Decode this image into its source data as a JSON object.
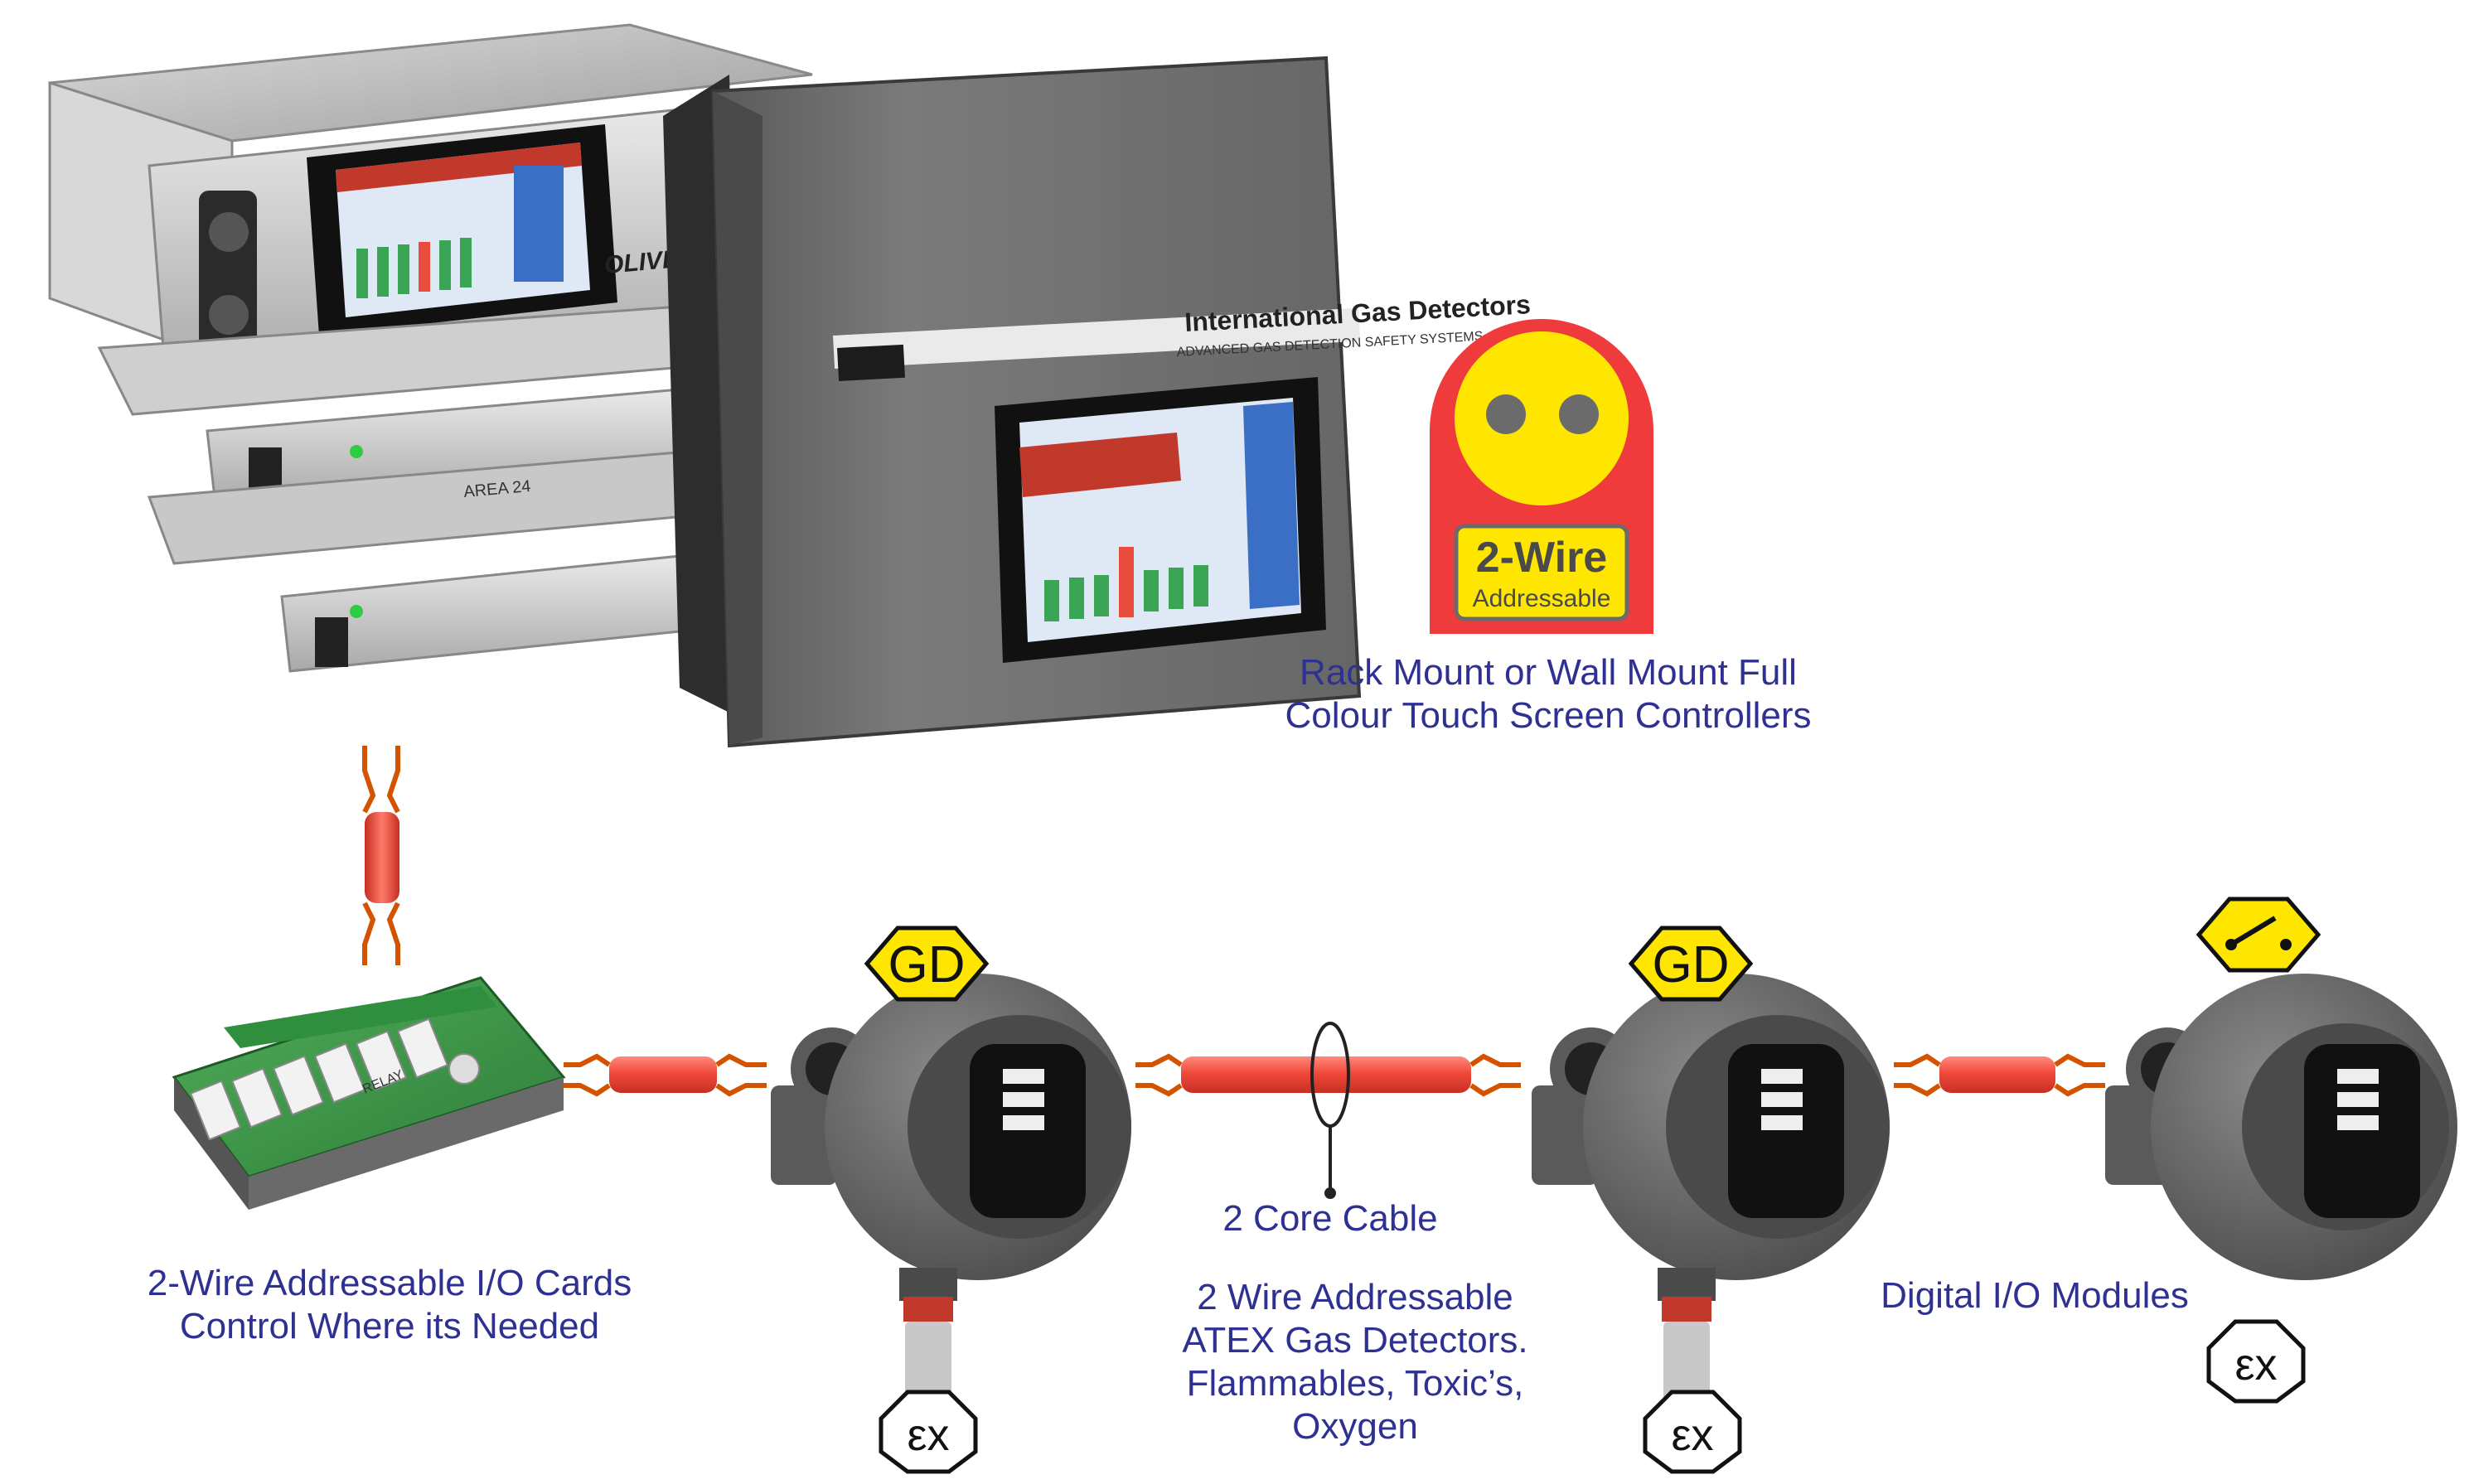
{
  "colors": {
    "caption": "#2e3192",
    "cable": "#f04a3c",
    "hazard_yellow": "#ffe600",
    "badge_red": "#ef3b3b",
    "device_grey": "#6e6e6e"
  },
  "controllers": {
    "rack_brand_text": "OLIVER",
    "wall_brand_text": "International Gas Detectors",
    "wall_sub_text": "ADVANCED GAS DETECTION SAFETY SYSTEMS",
    "rack_card_label": "AREA 24"
  },
  "badge": {
    "title": "2-Wire",
    "subtitle": "Addressable"
  },
  "captions": {
    "controllers": [
      "Rack Mount or Wall Mount Full",
      "Colour Touch Screen Controllers"
    ],
    "io_cards": [
      "2-Wire Addressable I/O Cards",
      "Control Where its Needed"
    ],
    "cable": [
      "2 Core Cable"
    ],
    "detectors": [
      "2 Wire Addressable",
      "ATEX Gas Detectors.",
      "Flammables, Toxic’s,",
      "Oxygen"
    ],
    "digital_io": [
      "Digital I/O Modules"
    ]
  },
  "io_card": {
    "relay_label": "RELAY"
  },
  "hazard_labels": {
    "gd": "GD",
    "ex": "εx"
  },
  "icons": [
    "gd-hazard-icon",
    "switch-hazard-icon",
    "ex-atex-icon",
    "two-wire-addressable-badge-icon"
  ]
}
